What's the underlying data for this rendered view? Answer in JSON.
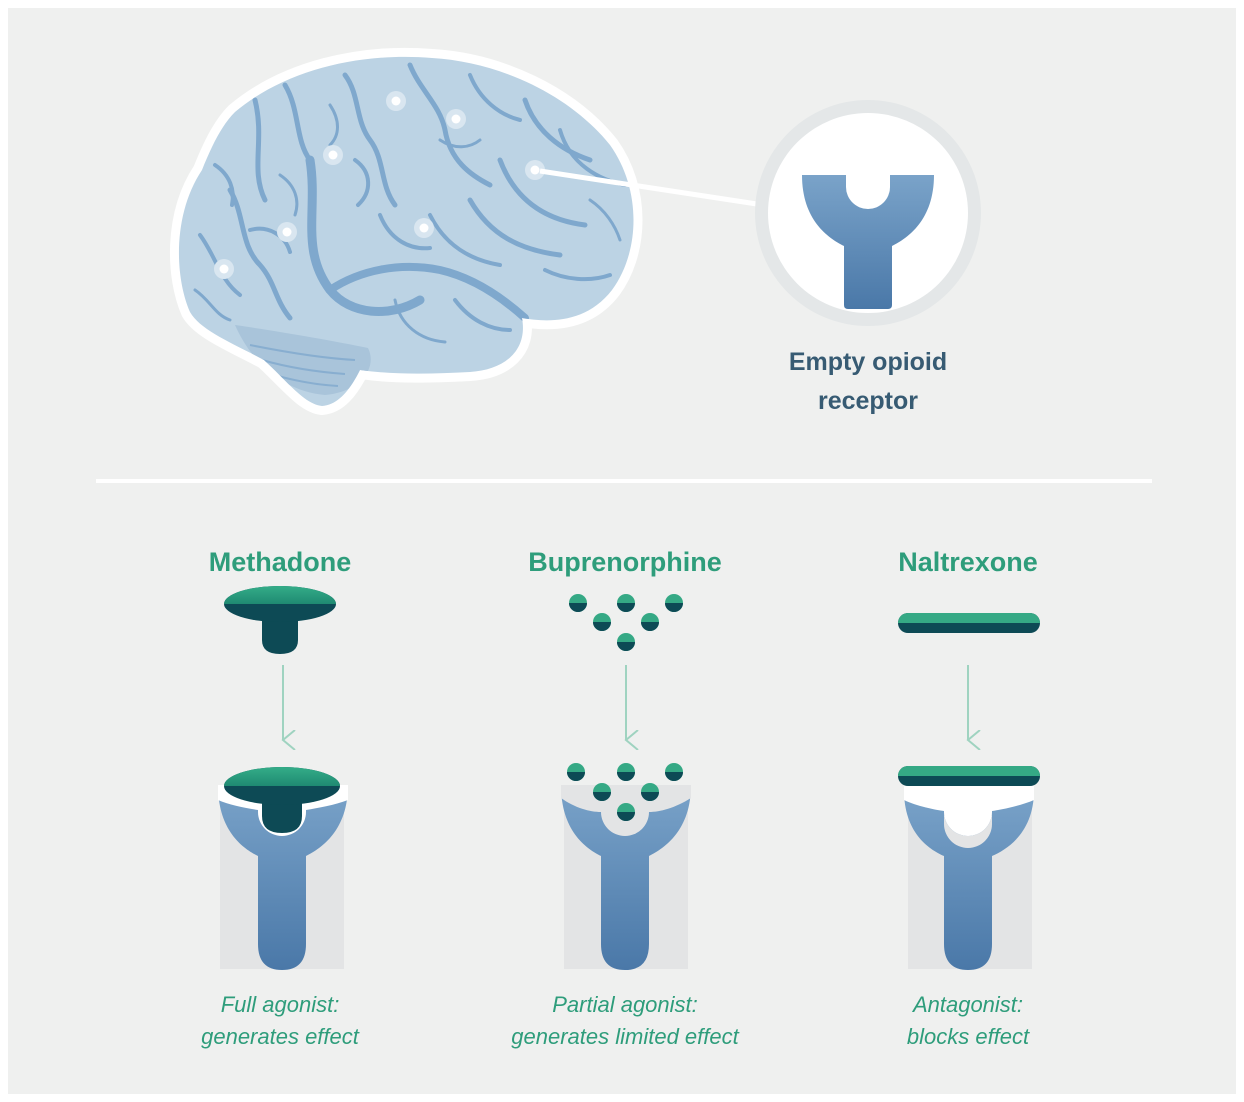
{
  "receptor_label": {
    "line1": "Empty opioid",
    "line2": "receptor"
  },
  "colors": {
    "background": "#eff0ef",
    "brain": "#bcd3e4",
    "brain_folds": "#7fa8cd",
    "receptor": "#4a7aab",
    "drug_light": "#35a985",
    "drug_dark": "#0d4a55",
    "heading": "#2e9d7b"
  },
  "medications": [
    {
      "name": "Methadone",
      "caption_line1": "Full agonist:",
      "caption_line2": "generates effect",
      "icon": "mushroom-shaped-molecule-icon"
    },
    {
      "name": "Buprenorphine",
      "caption_line1": "Partial agonist:",
      "caption_line2": "generates limited effect",
      "icon": "dot-cluster-molecule-icon"
    },
    {
      "name": "Naltrexone",
      "caption_line1": "Antagonist:",
      "caption_line2": "blocks effect",
      "icon": "bar-molecule-icon"
    }
  ]
}
